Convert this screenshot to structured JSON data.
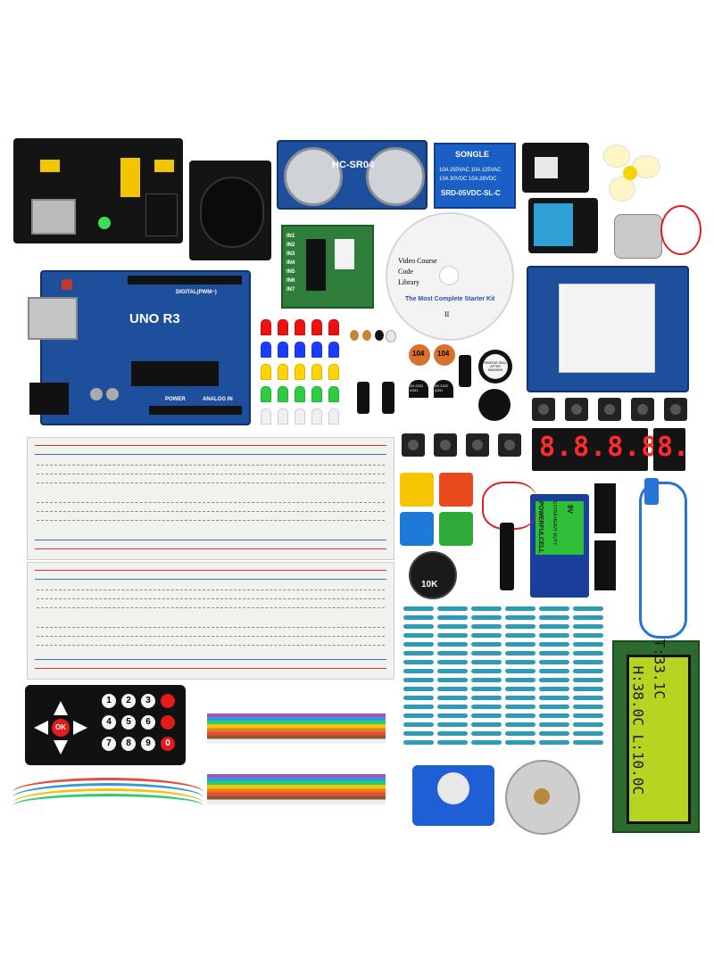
{
  "power_module": {
    "pcb_color": "#141414"
  },
  "joystick": {
    "pcb_color": "#141414"
  },
  "ultrasonic": {
    "label": "HC-SR04",
    "pcb_color": "#1d4f9c"
  },
  "relay": {
    "brand": "SONGLE",
    "line1": "10A 250VAC 10A 125VAC",
    "line2": "10A 30VDC 10A 28VDC",
    "model": "SRD-05VDC-SL-C"
  },
  "driver_board": {
    "pins": [
      "IN1",
      "IN2",
      "IN3",
      "IN4",
      "IN5",
      "IN6",
      "IN7"
    ]
  },
  "cd": {
    "lines": [
      "Video Course",
      "Code",
      "Library"
    ],
    "title": "The Most Complete Starter Kit",
    "roman": "II"
  },
  "arduino": {
    "label": "UNO R3",
    "digital_label": "DIGITAL(PWM~)",
    "power_label": "POWER",
    "analog_label": "ANALOG IN"
  },
  "capacitors": {
    "ceramic1": "104",
    "ceramic2": "104"
  },
  "buzzer_sticker": {
    "text": "REMOVE SEAL AFTER WASHING"
  },
  "transistors": {
    "label1": "2N 2222 A331",
    "label2": "2N 2222 A331"
  },
  "potentiometer": {
    "label": "10K"
  },
  "battery": {
    "brand": "POWERFULCELL",
    "sub": "EXTRA HEAVY DUTY",
    "volt": "9V"
  },
  "seven_segment_4": {
    "digits": "8.8.8.8."
  },
  "seven_segment_1": {
    "digit": "8."
  },
  "lcd": {
    "line1": "T:33.1C",
    "line2": "H:38.0C L:10.0C"
  },
  "remote": {
    "keys": [
      "1",
      "2",
      "3",
      "4",
      "5",
      "6",
      "7",
      "8",
      "9",
      "0",
      "OK"
    ]
  },
  "colors": {
    "pcb_blue": "#1d4f9c",
    "lcd_green": "#b8d422",
    "seg_red": "#ff2a2a"
  }
}
